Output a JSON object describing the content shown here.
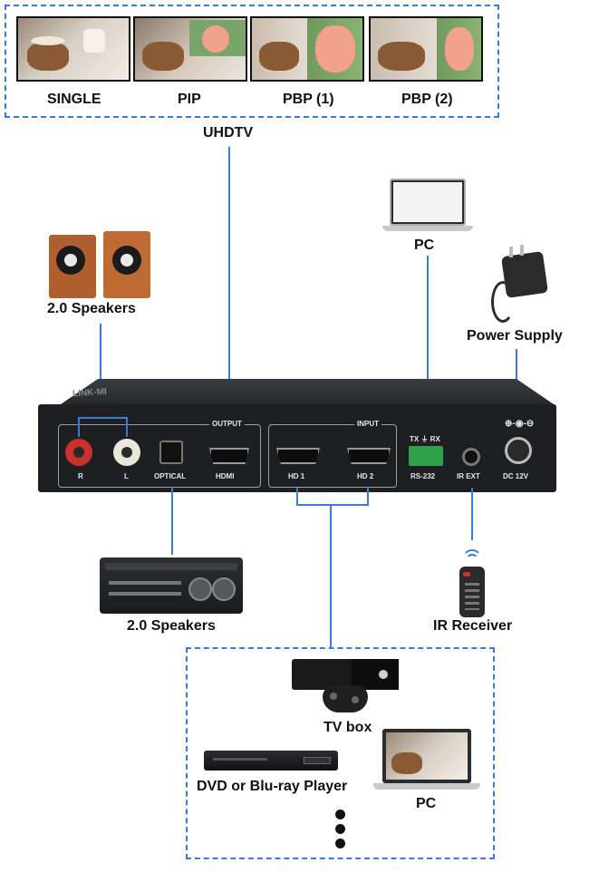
{
  "tv_modes": [
    "SINGLE",
    "PIP",
    "PBP (1)",
    "PBP (2)"
  ],
  "uhdtv_label": "UHDTV",
  "pc_top_label": "PC",
  "speakers_top_label": "2.0 Speakers",
  "power_label": "Power Supply",
  "device": {
    "output_title": "OUTPUT",
    "input_title": "INPUT",
    "port_r": "R",
    "port_l": "L",
    "port_optical": "OPTICAL",
    "port_hdmi": "HDMI",
    "port_hd1": "HD 1",
    "port_hd2": "HD 2",
    "rs232_top": "TX ⏚ RX",
    "rs232_label": "RS-232",
    "irext_label": "IR EXT",
    "dc_label": "DC 12V",
    "dc_symbol": "⊕-◉-⊖",
    "brand_text": "LINK-MI"
  },
  "amp_label": "2.0 Speakers",
  "ir_label": "IR Receiver",
  "sources": {
    "tvbox_label": "TV box",
    "dvd_label": "DVD or Blu-ray Player",
    "pc_label": "PC"
  },
  "colors": {
    "accent": "#3a7bd5",
    "device_body": "#1d1f22"
  }
}
